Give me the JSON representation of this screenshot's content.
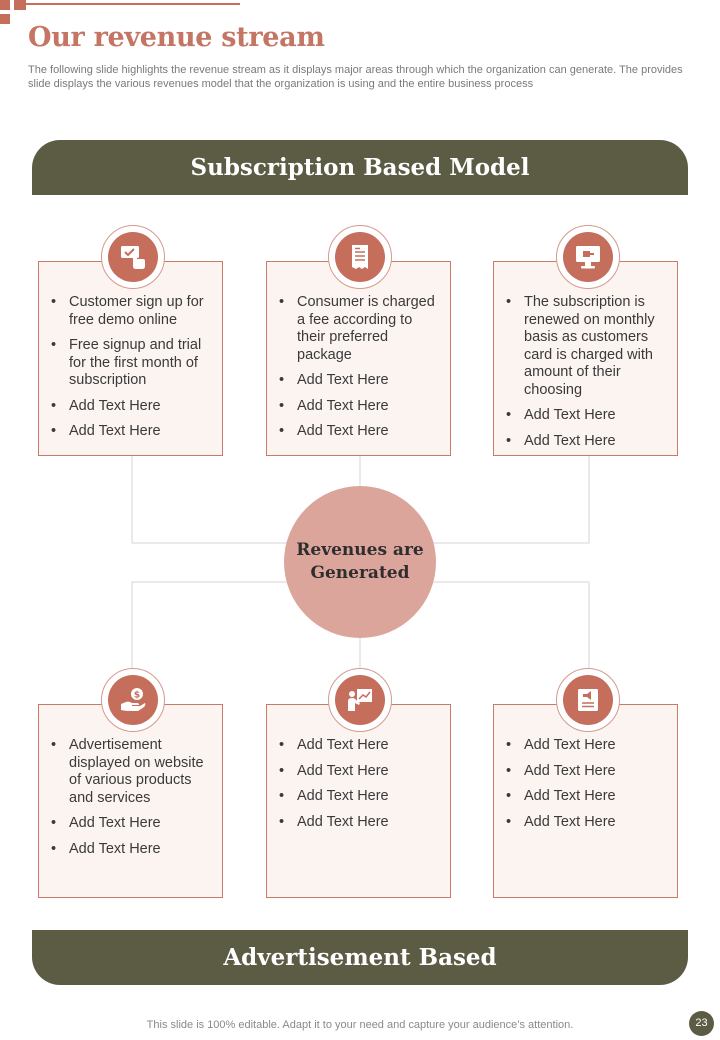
{
  "header": {
    "title": "Our revenue stream",
    "subtitle": "The following slide highlights the revenue stream as it displays major areas through which the organization can generate. The provides slide displays the various revenues model that the organization is using and the entire business process"
  },
  "banners": {
    "top": "Subscription Based Model",
    "bottom": "Advertisement Based"
  },
  "hub": {
    "label": "Revenues are Generated"
  },
  "cards_top": [
    {
      "icon": "demo-click-icon",
      "items": [
        "Customer sign up for free demo online",
        "Free signup and trial for the first month of subscription",
        "Add Text Here",
        "Add Text Here"
      ]
    },
    {
      "icon": "invoice-icon",
      "items": [
        "Consumer is charged a fee according to their preferred package",
        "Add Text Here",
        "Add Text Here",
        "Add Text Here"
      ]
    },
    {
      "icon": "monitor-icon",
      "items": [
        "The subscription is renewed on monthly basis as customers card is charged with amount of their choosing",
        "Add Text Here",
        "Add Text Here"
      ]
    }
  ],
  "cards_bottom": [
    {
      "icon": "hand-money-icon",
      "items": [
        "Advertisement displayed on website of various products and services",
        "Add Text Here",
        "Add Text Here"
      ]
    },
    {
      "icon": "presentation-icon",
      "items": [
        "Add Text Here",
        "Add Text Here",
        "Add Text Here",
        "Add Text Here"
      ]
    },
    {
      "icon": "megaphone-icon",
      "items": [
        "Add Text Here",
        "Add Text Here",
        "Add Text Here",
        "Add Text Here"
      ]
    }
  ],
  "footer": {
    "note": "This slide is 100% editable. Adapt it to your need and capture your audience’s attention.",
    "page_number": "23"
  },
  "colors": {
    "accent": "#c56e5c",
    "banner": "#5c5b44",
    "hub": "#dba59b",
    "card_fill": "#fcf4f1"
  }
}
